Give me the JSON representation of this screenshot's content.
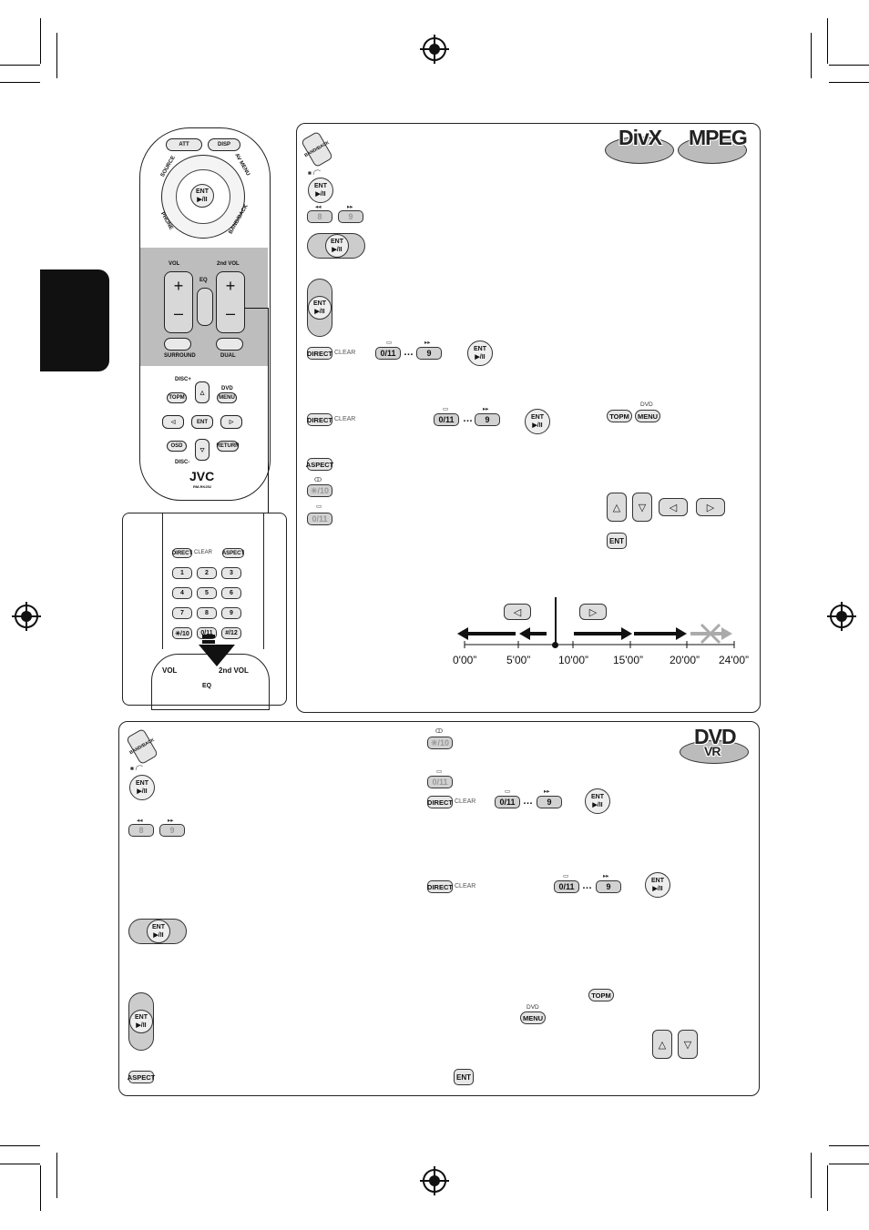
{
  "remote": {
    "top_buttons": [
      "ATT",
      "DISP"
    ],
    "ring_labels": [
      "SOURCE",
      "AV MENU",
      "PHONE",
      "BAND/BACK"
    ],
    "center": {
      "line1": "ENT",
      "line2": "▶/II"
    },
    "vol_label": "VOL",
    "eq_label": "EQ",
    "vol2_label": "2nd VOL",
    "surround": "SURROUND",
    "dual": "DUAL",
    "disc_plus": "DISC+",
    "disc_minus": "DISC-",
    "dvd": "DVD",
    "topm": "TOPM",
    "menu": "MENU",
    "ent": "ENT",
    "osd": "OSD",
    "return": "RETURN",
    "brand": "JVC",
    "model": "RM-RK252"
  },
  "zoom": {
    "direct": "DIRECT",
    "clear": "CLEAR",
    "aspect": "ASPECT",
    "numbers": [
      "1",
      "2",
      "3",
      "4",
      "5",
      "6",
      "7",
      "8",
      "9",
      "✳/10",
      "0/11",
      "#/12"
    ],
    "vol": "VOL",
    "eq": "EQ",
    "vol2": "2nd VOL"
  },
  "top_panel": {
    "band_back": "BAND/BACK",
    "ent_line1": "ENT",
    "ent_line2": "▶/II",
    "key8": "8",
    "key9": "9",
    "direct": "DIRECT",
    "clear": "CLEAR",
    "key0": "0/11",
    "dots": "…",
    "aspect": "ASPECT",
    "key10": "✳/10",
    "topm": "TOPM",
    "dvd": "DVD",
    "menu": "MENU",
    "ent": "ENT",
    "disc_logos": [
      "DivX",
      "MPEG"
    ],
    "timeline": [
      "0'00”",
      "5'00”",
      "10'00”",
      "15'00”",
      "20'00”",
      "24'00”"
    ]
  },
  "bottom_panel": {
    "band_back": "BAND/BACK",
    "ent_line1": "ENT",
    "ent_line2": "▶/II",
    "key8": "8",
    "key9": "9",
    "aspect": "ASPECT",
    "key10": "✳/10",
    "key0": "0/11",
    "direct": "DIRECT",
    "clear": "CLEAR",
    "dots": "…",
    "topm": "TOPM",
    "dvd": "DVD",
    "menu": "MENU",
    "ent": "ENT",
    "disc_logo": "DVD",
    "disc_sub": "VR"
  }
}
